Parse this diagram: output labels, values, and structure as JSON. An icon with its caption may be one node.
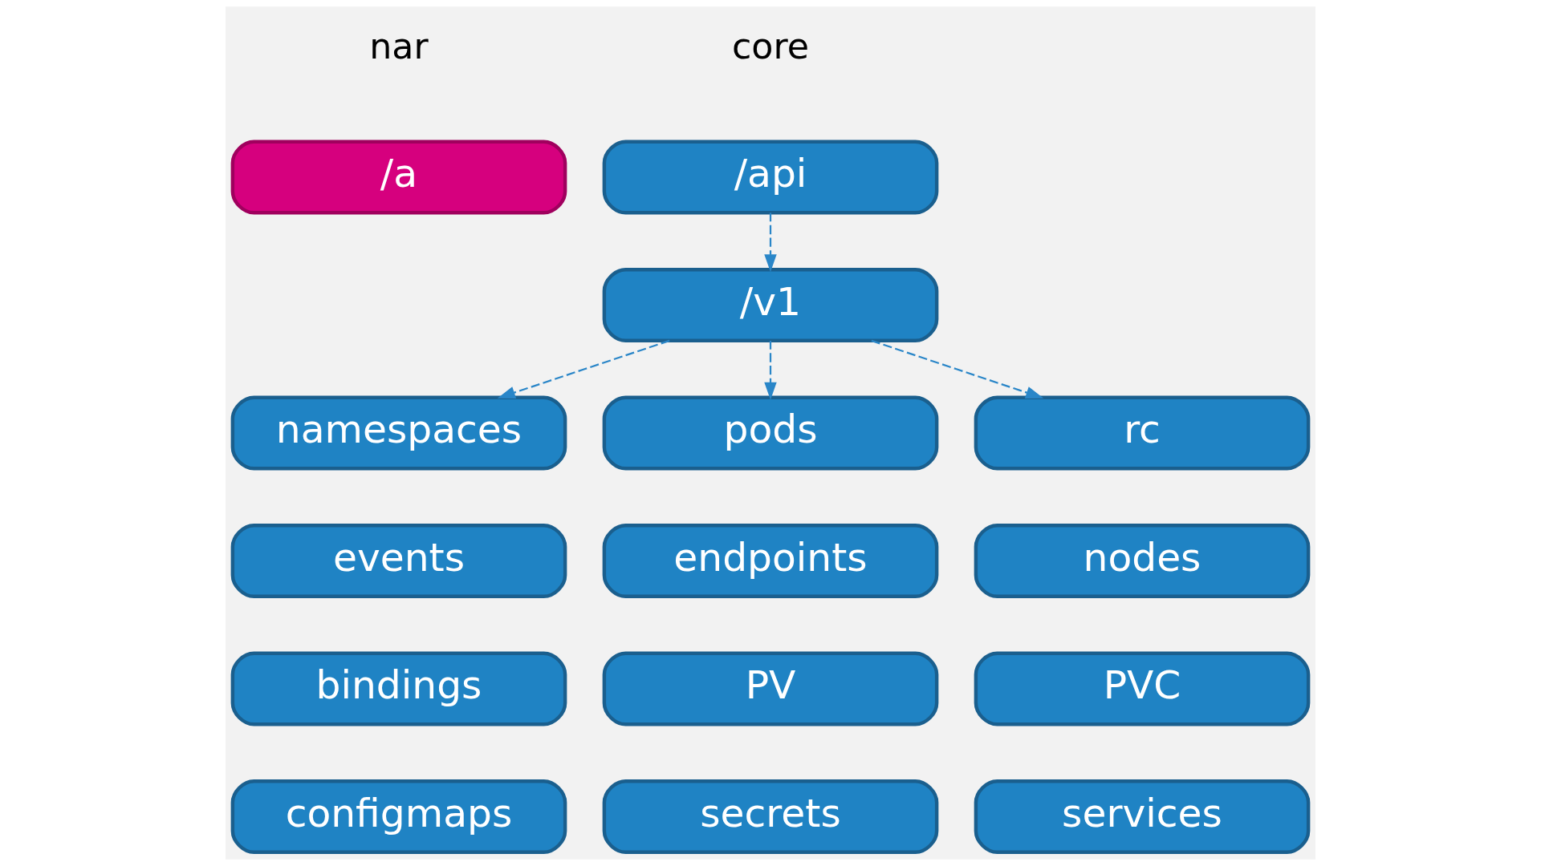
{
  "diagram": {
    "nodes": [
      {
        "text": [
          "/api"
        ],
        "beside": [
          "core"
        ]
      },
      {
        "text": [
          "/v1"
        ]
      },
      {
        "text": [
          "namespaces"
        ]
      },
      {
        "text": [
          "pods"
        ]
      },
      {
        "text": [
          "rc"
        ]
      },
      {
        "text": [
          "events"
        ]
      },
      {
        "text": [
          "endpoints"
        ]
      },
      {
        "text": [
          "nodes"
        ]
      },
      {
        "text": [
          "bindings"
        ]
      },
      {
        "text": [
          "PV"
        ]
      },
      {
        "text": [
          "PVC"
        ]
      },
      {
        "text": [
          "configmaps"
        ]
      },
      {
        "text": [
          "secrets"
        ]
      },
      {
        "text": [
          "services"
        ]
      },
      {
        "text": [
          "/a"
        ],
        "beside": [
          "nar"
        ]
      }
    ],
    "edges": [
      {
        "from": 0,
        "to": 1,
        "arrow": "to",
        "style": "dashed"
      },
      {
        "from": 1,
        "to": 2,
        "arrow": "to",
        "style": "dashed"
      },
      {
        "from": 1,
        "to": 3,
        "arrow": "to",
        "style": "dashed"
      },
      {
        "from": 1,
        "to": 4,
        "arrow": "to",
        "style": "dashed"
      }
    ]
  }
}
